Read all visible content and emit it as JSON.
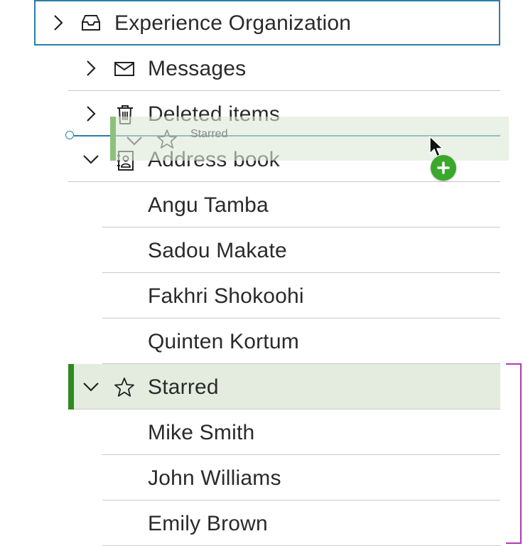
{
  "tree": {
    "root": {
      "label": "Experience Organization",
      "icon": "inbox-icon"
    },
    "messages": {
      "label": "Messages",
      "icon": "envelope-icon"
    },
    "deleted": {
      "label": "Deleted items",
      "icon": "trash-icon"
    },
    "address_book": {
      "label": "Address book",
      "icon": "contact-book-icon",
      "children": [
        "Angu Tamba",
        "Sadou Makate",
        "Fakhri Shokoohi",
        "Quinten Kortum"
      ]
    },
    "starred": {
      "label": "Starred",
      "icon": "star-icon",
      "children": [
        "Mike Smith",
        "John Williams",
        "Emily Brown"
      ]
    }
  },
  "drag": {
    "ghost_label": "Starred",
    "ghost_icon": "star-icon",
    "badge_icon": "plus-icon"
  },
  "colors": {
    "focus_border": "#2a7ea8",
    "selected_bg": "#e4ece0",
    "selected_bar": "#2e8a1e",
    "drop_badge": "#3aa82c",
    "bracket": "#b03ab0"
  }
}
